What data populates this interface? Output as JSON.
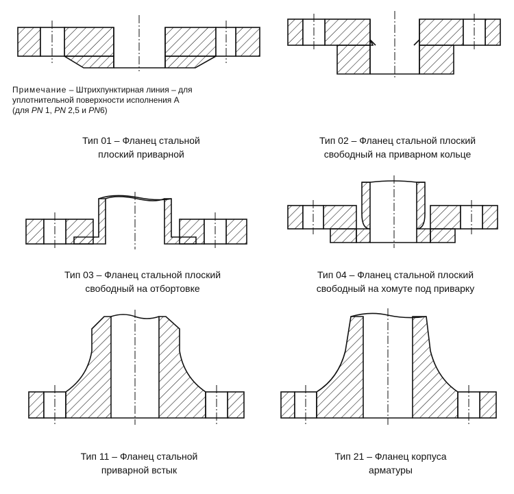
{
  "note": {
    "label": "Примечание",
    "text": " – Штрихпунктирная линия – для",
    "line2": "уплотнительной поверхности исполнения А",
    "line3_open": "(для ",
    "pn": "PN",
    "v1": " 1, ",
    "v2": " 2,5 и ",
    "v3": "6)"
  },
  "types": [
    {
      "line1": "Тип 01 – Фланец стальной",
      "line2": "плоский приварной"
    },
    {
      "line1": "Тип 02 – Фланец стальной плоский",
      "line2": "свободный на приварном кольце"
    },
    {
      "line1": "Тип 03 – Фланец стальной плоский",
      "line2": "свободный на отбортовке"
    },
    {
      "line1": "Тип 04 – Фланец стальной плоский",
      "line2": "свободный на хомуте под приварку"
    },
    {
      "line1": "Тип 11 – Фланец стальной",
      "line2": "приварной встык"
    },
    {
      "line1": "Тип 21 – Фланец корпуса",
      "line2": "арматуры"
    }
  ]
}
